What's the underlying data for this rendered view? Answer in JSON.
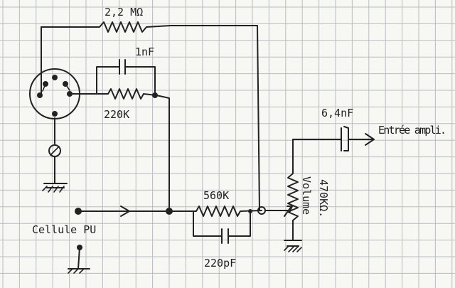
{
  "labels": {
    "r_feedback": "2,2 MΩ",
    "cap_1nf": "1nF",
    "r_220k": "220K",
    "cap_64nf": "6,4nF",
    "output": "Entrée ampli.",
    "r_560k": "560K",
    "volume": "Volume",
    "pot_470k": "470KΩ.",
    "cap_220pf": "220pF",
    "input": "Cellule PU"
  },
  "colors": {
    "paper": "#f7f7f4",
    "grid": "#b9bcc0",
    "ink": "#222222"
  }
}
